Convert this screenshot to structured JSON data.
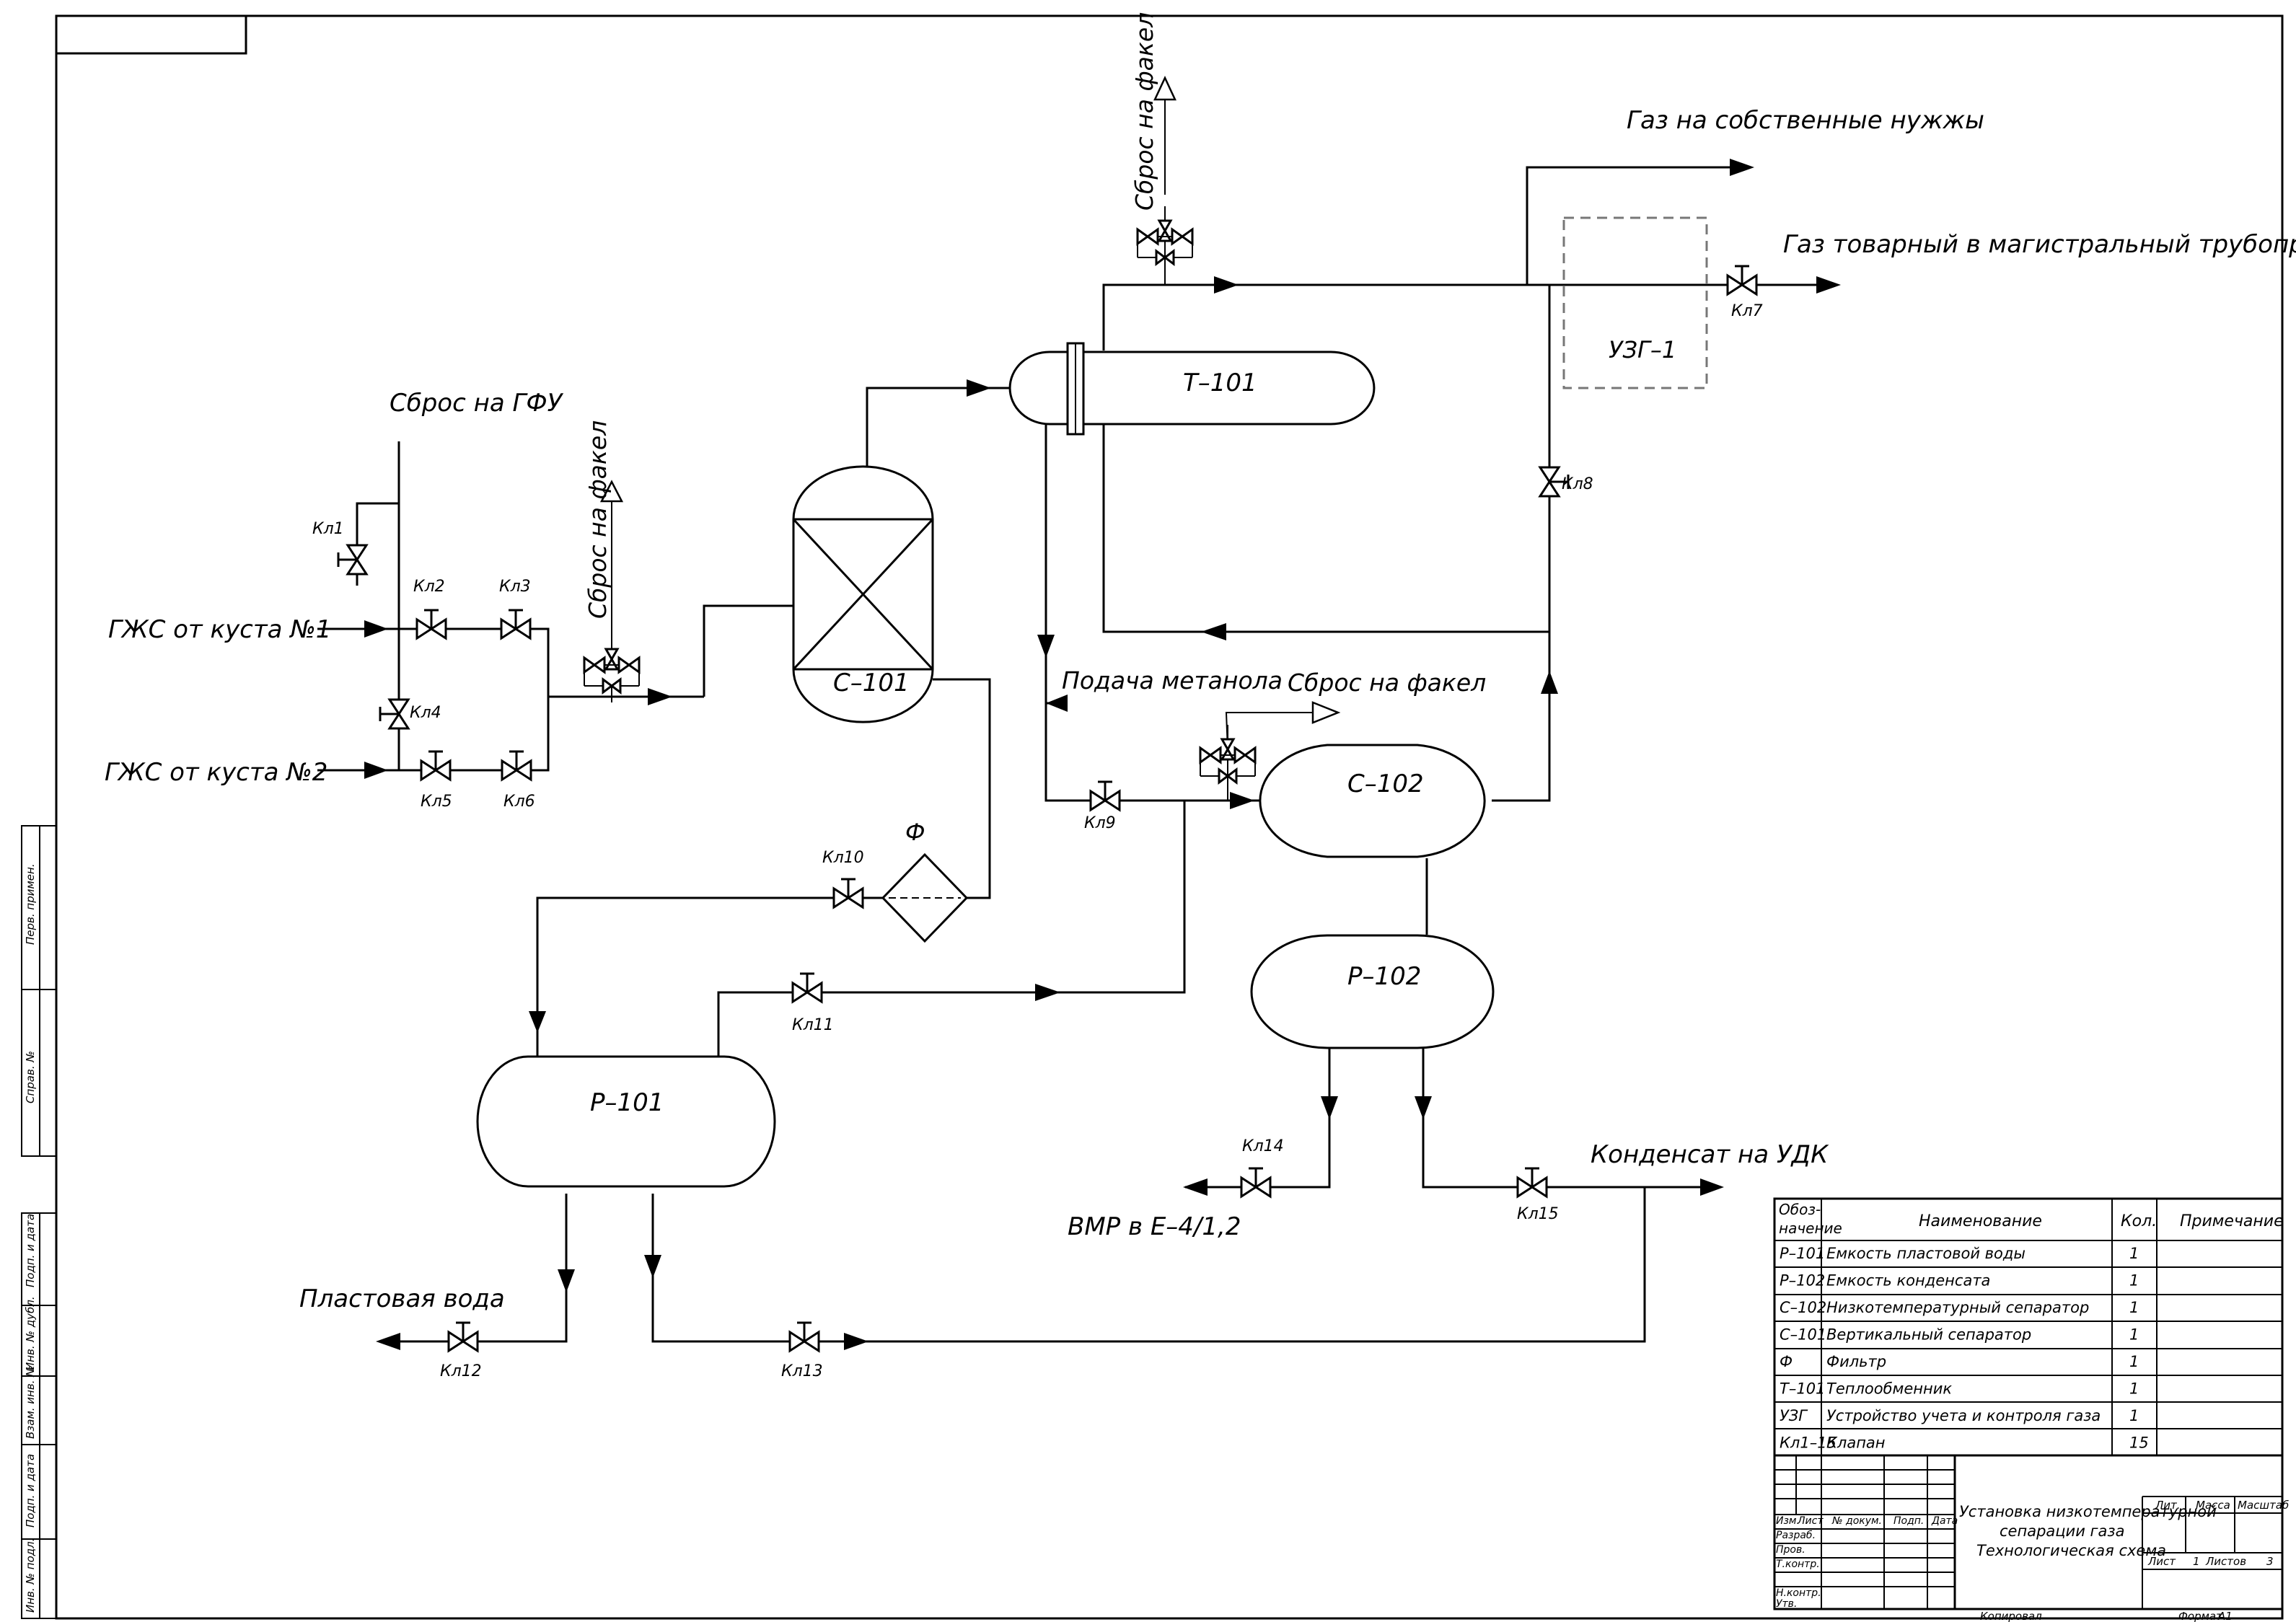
{
  "equipment": {
    "t101": "Т–101",
    "c101": "С–101",
    "c102": "С–102",
    "p101": "Р–101",
    "p102": "Р–102",
    "filter": "Ф",
    "uzg1": "УЗГ–1"
  },
  "flows": {
    "gzhs1": "ГЖС от куста №1",
    "gzhs2": "ГЖС от куста №2",
    "gfu": "Сброс на ГФУ",
    "flare_left": "Сброс на факел",
    "flare_top": "Сброс на факел",
    "flare_right": "Сброс на факел",
    "gas_own": "Газ на собственные нужжы",
    "gas_market": "Газ товарный в магистральный трубопровод",
    "methanol": "Подача метанола",
    "condensate": "Конденсат на УДК",
    "vmr": "ВМР в Е–4/1,2",
    "water": "Пластовая вода"
  },
  "valves": [
    "Кл1",
    "Кл2",
    "Кл3",
    "Кл4",
    "Кл5",
    "Кл6",
    "Кл7",
    "Кл8",
    "Кл9",
    "Кл10",
    "Кл11",
    "Кл12",
    "Кл13",
    "Кл14",
    "Кл15"
  ],
  "legend": {
    "headers": [
      "Обоз-начение",
      "Наименование",
      "Кол.",
      "Примечание"
    ],
    "header_des_1": "Обоз-",
    "header_des_2": "начение",
    "rows": [
      {
        "code": "Р–101",
        "name": "Емкость пластовой воды",
        "qty": "1"
      },
      {
        "code": "Р–102",
        "name": "Емкость конденсата",
        "qty": "1"
      },
      {
        "code": "С–102",
        "name": "Низкотемпературный сепаратор",
        "qty": "1"
      },
      {
        "code": "С–101",
        "name": "Вертикальный сепаратор",
        "qty": "1"
      },
      {
        "code": "Ф",
        "name": "Фильтр",
        "qty": "1"
      },
      {
        "code": "Т–101",
        "name": "Теплообменник",
        "qty": "1"
      },
      {
        "code": "УЗГ",
        "name": "Устройство учета и контроля газа",
        "qty": "1"
      },
      {
        "code": "Кл1–15",
        "name": "Клапан",
        "qty": "15"
      }
    ]
  },
  "title_block": {
    "title_1": "Установка низкотемпературной",
    "title_2": "сепарации газа",
    "title_3": "Технологическая схема",
    "col_izm": "Изм.",
    "col_list": "Лист",
    "col_doc": "№ докум.",
    "col_sign": "Подп.",
    "col_date": "Дата",
    "razrab": "Разраб.",
    "prov": "Пров.",
    "tkontr": "Т.контр.",
    "nkontr": "Н.контр.",
    "utv": "Утв.",
    "lit": "Лит.",
    "massa": "Масса",
    "masshtab": "Масштаб",
    "sheet_label": "Лист",
    "sheet": "1",
    "sheets_label": "Листов",
    "sheets": "3",
    "copied": "Копировал",
    "format_label": "Формат",
    "format": "А1"
  },
  "side_stamp": [
    "Перв. примен.",
    "Справ. №",
    "Подп. и дата",
    "Инв. № дубл.",
    "Взам. инв. №",
    "Подп. и дата",
    "Инв. № подл."
  ]
}
